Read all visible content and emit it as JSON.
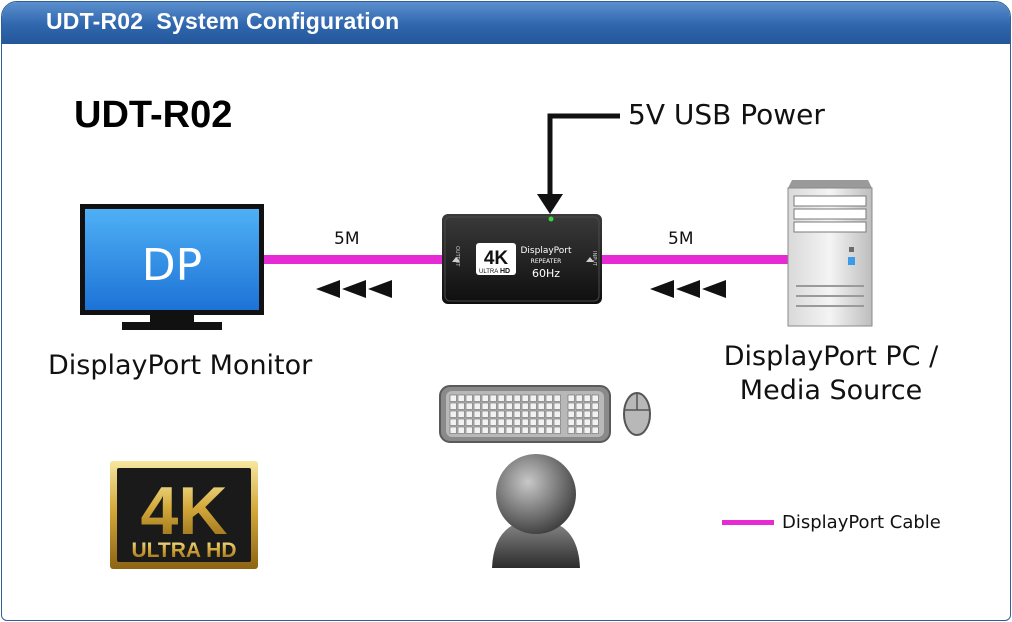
{
  "header": {
    "title": "UDT-R02  System Configuration"
  },
  "model": {
    "name": "UDT-R02"
  },
  "monitor": {
    "screen_text": "DP",
    "label": "DisplayPort Monitor"
  },
  "source": {
    "label_line1": "DisplayPort PC /",
    "label_line2": "Media Source"
  },
  "power": {
    "label": "5V USB Power"
  },
  "cables": {
    "left_length": "5M",
    "right_length": "5M"
  },
  "repeater": {
    "badge_4k": "4K",
    "badge_ultra": "ULTRA",
    "badge_hd": "HD",
    "brand": "DisplayPort",
    "type": "REPEATER",
    "rate": "60Hz",
    "output_port": "OUTPUT",
    "input_port": "INPUT"
  },
  "logo_4k": {
    "big": "4K",
    "small": "ULTRA HD"
  },
  "legend": {
    "label": "DisplayPort Cable"
  },
  "colors": {
    "cable": "#e62ad4",
    "header": "#2f66ad",
    "monitor_screen": "#2a8ee8"
  }
}
